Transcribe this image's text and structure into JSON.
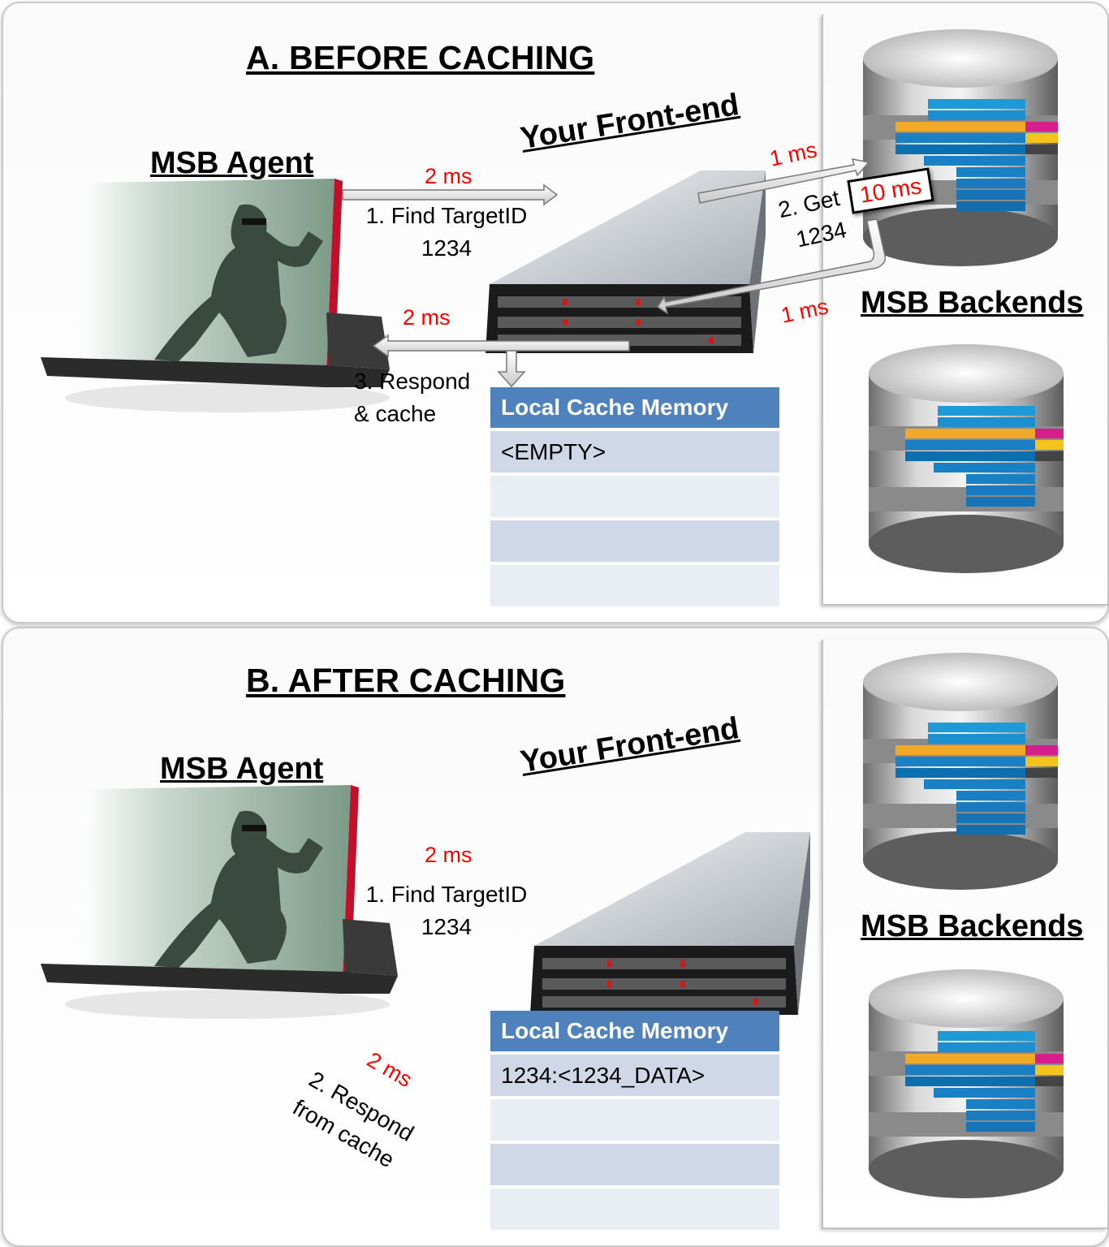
{
  "section_a": {
    "title": "A. BEFORE CACHING",
    "agent_label": "MSB Agent",
    "frontend_label": "Your Front-end",
    "backends_label": "MSB Backends",
    "arrow1_time": "2 ms",
    "arrow1_step_line1": "1. Find TargetID",
    "arrow1_step_line2": "1234",
    "to_backend_time": "1 ms",
    "get_step_line1": "2. Get",
    "get_step_line2": "1234",
    "backend_time": "10 ms",
    "from_backend_time": "1 ms",
    "respond_time": "2 ms",
    "respond_step_line1": "3. Respond",
    "respond_step_line2": "& cache",
    "cache_header": "Local Cache Memory",
    "cache_rows": [
      "<EMPTY>",
      "",
      "",
      ""
    ]
  },
  "section_b": {
    "title": "B. AFTER CACHING",
    "agent_label": "MSB Agent",
    "frontend_label": "Your Front-end",
    "backends_label": "MSB Backends",
    "arrow1_time": "2 ms",
    "arrow1_step_line1": "1. Find TargetID",
    "arrow1_step_line2": "1234",
    "respond_time": "2 ms",
    "respond_step_line1": "2. Respond",
    "respond_step_line2": "from cache",
    "cache_header": "Local Cache Memory",
    "cache_rows": [
      "1234:<1234_DATA>",
      "",
      "",
      ""
    ]
  },
  "colors": {
    "accent_red": "#ff0000",
    "cache_header": "#4f81bd",
    "cache_row": "#d0d8e8"
  },
  "icons": {
    "laptop": "laptop-agent-icon",
    "server": "rack-server-icon",
    "database": "database-icon"
  }
}
